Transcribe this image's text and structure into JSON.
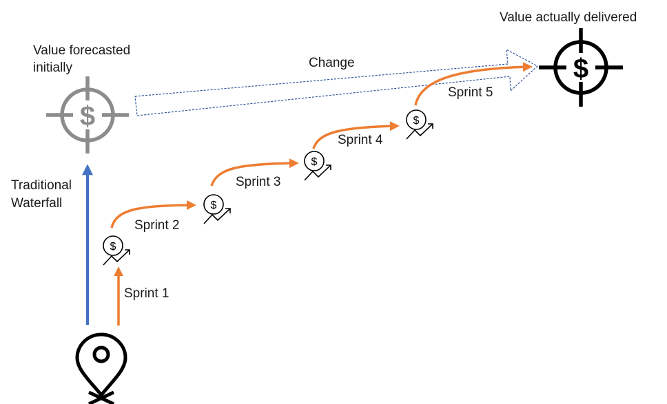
{
  "labels": {
    "forecast_line1": "Value forecasted",
    "forecast_line2": "initially",
    "delivered": "Value actually delivered",
    "change": "Change",
    "waterfall_line1": "Traditional",
    "waterfall_line2": "Waterfall",
    "sprints": [
      "Sprint 1",
      "Sprint 2",
      "Sprint 3",
      "Sprint 4",
      "Sprint 5"
    ]
  },
  "icons": {
    "start": "map-pin-icon",
    "forecast_target": "dollar-target-icon",
    "delivered_target": "dollar-target-icon",
    "sprint_value": "dollar-growth-icon",
    "dollar_symbol": "$"
  },
  "colors": {
    "sprint_arrow": "#ED7D31",
    "waterfall_arrow": "#4472C4",
    "change_arrow": "#2F5597",
    "forecast_target": "#8c8c8c",
    "delivered_target": "#000000"
  }
}
